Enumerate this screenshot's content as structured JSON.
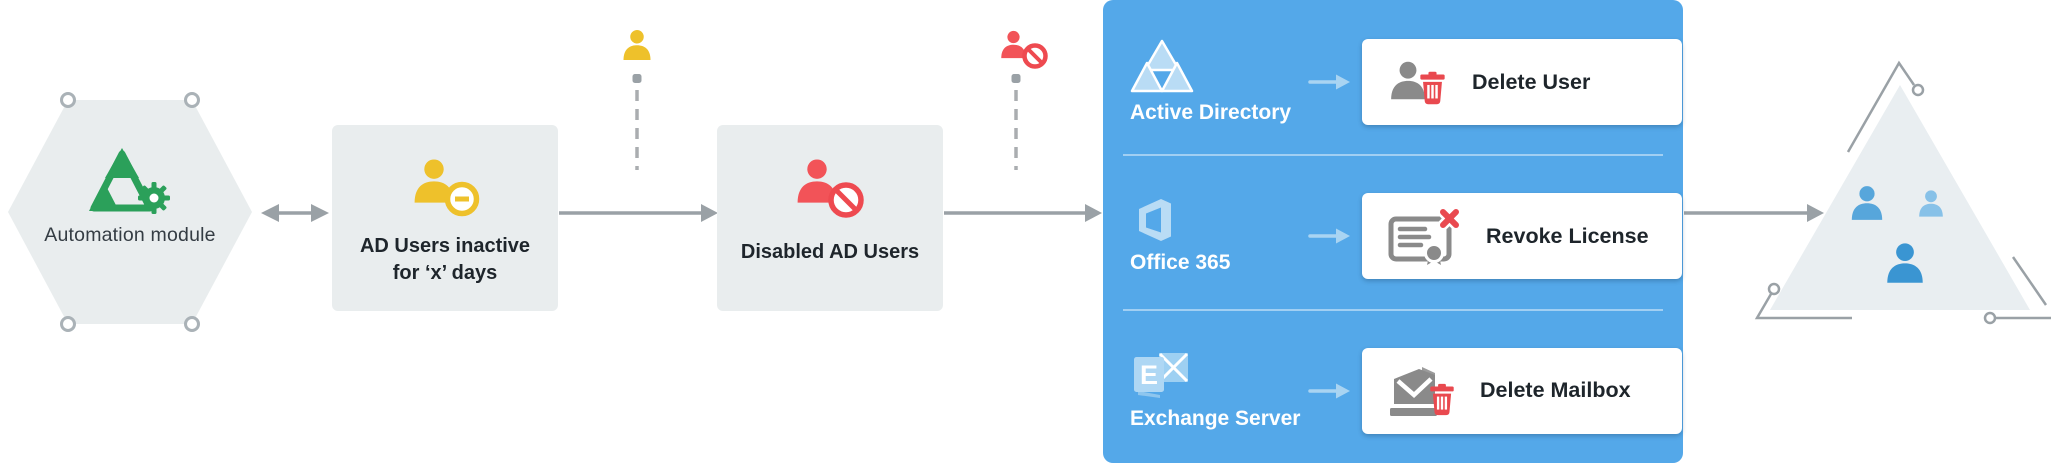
{
  "hexagon": {
    "label": "Automation module",
    "icon": "automation-module-icon"
  },
  "flow_boxes": [
    {
      "id": "inactive",
      "label": "AD Users inactive for ‘x’ days",
      "icon": "inactive-user-minus-icon"
    },
    {
      "id": "disabled",
      "label": "Disabled AD Users",
      "icon": "disabled-user-blocked-icon"
    }
  ],
  "markers": [
    {
      "icon": "user-yellow-icon"
    },
    {
      "icon": "user-blocked-red-icon"
    }
  ],
  "panel": {
    "rows": [
      {
        "service": "Active Directory",
        "service_icon": "active-directory-icon",
        "action": "Delete User",
        "action_icon": "delete-user-icon"
      },
      {
        "service": "Office 365",
        "service_icon": "office-365-icon",
        "action": "Revoke License",
        "action_icon": "revoke-license-icon"
      },
      {
        "service": "Exchange Server",
        "service_icon": "exchange-server-icon",
        "action": "Delete Mailbox",
        "action_icon": "delete-mailbox-icon"
      }
    ]
  },
  "result_group": {
    "icon": "users-group-triangle-icon"
  },
  "colors": {
    "panel_blue": "#54a8e9",
    "box_gray": "#e9edee",
    "brand_green": "#2ba05a",
    "warning_yellow": "#eec12b",
    "danger_red": "#ee4a50",
    "icon_gray": "#8a8a8a",
    "connector_gray": "#9aa1a6",
    "light_blue_icon": "#b9dcf5",
    "user_blue": "#3a95d2",
    "text_dark": "#1e252b"
  }
}
